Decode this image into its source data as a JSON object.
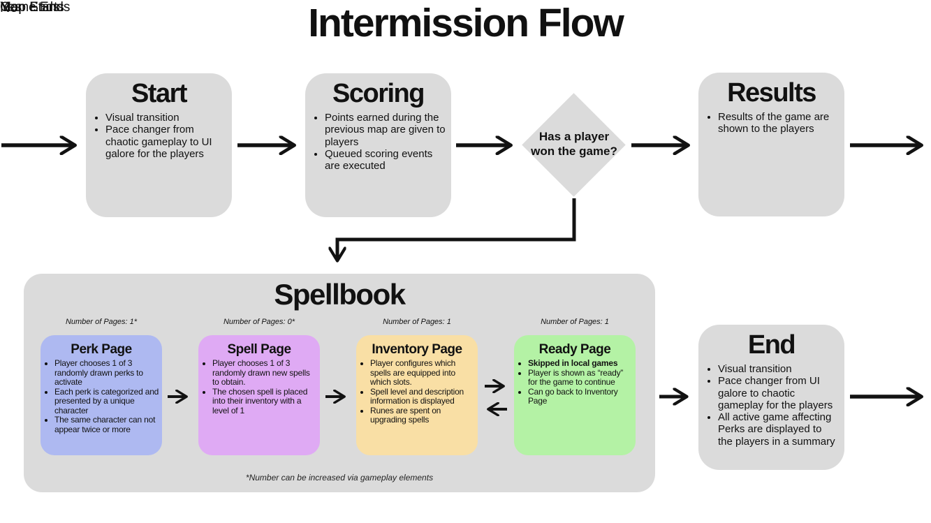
{
  "title": "Intermission Flow",
  "edge_labels": {
    "map_ends": "Map Ends",
    "yes": "Yes",
    "no": "No",
    "game_ends": "Game Ends",
    "map_starts": "Map Starts"
  },
  "nodes": {
    "start": {
      "title": "Start",
      "bullets": [
        "Visual transition",
        "Pace changer from chaotic gameplay to UI galore for the players"
      ]
    },
    "scoring": {
      "title": "Scoring",
      "bullets": [
        "Points earned during the previous map are given to players",
        "Queued scoring events are executed"
      ]
    },
    "decision": {
      "text": "Has a player won the game?"
    },
    "results": {
      "title": "Results",
      "bullets": [
        "Results of the game are shown to the players"
      ]
    },
    "end": {
      "title": "End",
      "bullets": [
        "Visual transition",
        "Pace changer from UI galore to chaotic gameplay for the players",
        "All active game affecting Perks are displayed to the players in a summary"
      ]
    }
  },
  "spellbook": {
    "title": "Spellbook",
    "footnote": "*Number can be increased via gameplay elements",
    "pages": [
      {
        "label": "Number of Pages: 1*",
        "title": "Perk Page",
        "color": "#aeb9f1",
        "bullets": [
          "Player chooses 1 of 3 randomly drawn perks to activate",
          "Each perk is categorized and presented by a unique character",
          "The same character can not appear twice or more"
        ]
      },
      {
        "label": "Number of Pages: 0*",
        "title": "Spell Page",
        "color": "#dfaaf4",
        "bullets": [
          "Player chooses 1 of 3 randomly drawn new spells to obtain.",
          "The chosen spell is placed into their inventory with a level of 1"
        ]
      },
      {
        "label": "Number of Pages: 1",
        "title": "Inventory Page",
        "color": "#f9dfa5",
        "bullets": [
          "Player configures which spells are equipped into which slots.",
          "Spell level and description information is displayed",
          "Runes are spent on upgrading spells"
        ]
      },
      {
        "label": "Number of Pages: 1",
        "title": "Ready Page",
        "color": "#b4f2a5",
        "bullets": [
          "Skipped in local games",
          "Player is shown as “ready” for the game to continue",
          "Can go back to Inventory Page"
        ]
      }
    ]
  },
  "colors": {
    "node_bg": "#dbdbdb",
    "arrow": "#121212"
  }
}
